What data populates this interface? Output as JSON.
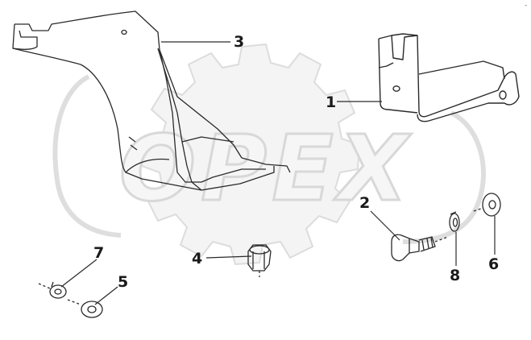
{
  "diagram": {
    "watermark_text": "OPEX",
    "corner_mark": "-",
    "colors": {
      "line": "#2a2a2a",
      "watermark": "#dcdcdc",
      "watermark_fill": "#efefef"
    },
    "callouts": [
      {
        "id": "1",
        "label": "1",
        "part": "u-bracket"
      },
      {
        "id": "2",
        "label": "2",
        "part": "bolt"
      },
      {
        "id": "3",
        "label": "3",
        "part": "mounting-bracket"
      },
      {
        "id": "4",
        "label": "4",
        "part": "nut"
      },
      {
        "id": "5",
        "label": "5",
        "part": "flat-washer"
      },
      {
        "id": "6",
        "label": "6",
        "part": "flat-washer"
      },
      {
        "id": "7",
        "label": "7",
        "part": "spring-washer"
      },
      {
        "id": "8",
        "label": "8",
        "part": "spring-washer"
      }
    ]
  }
}
